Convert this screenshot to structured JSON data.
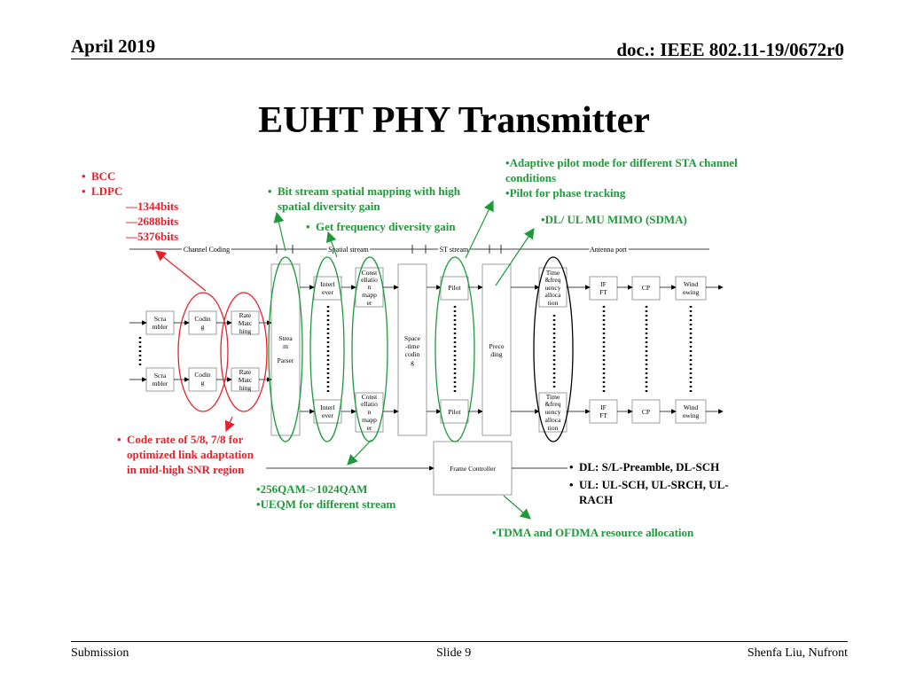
{
  "header": {
    "date": "April 2019",
    "doc": "doc.: IEEE 802.11-19/0672r0"
  },
  "title": "EUHT PHY Transmitter",
  "coding_notes": {
    "items": [
      "BCC",
      "LDPC"
    ],
    "sub": [
      "—1344bits",
      "—2688bits",
      "—5376bits"
    ]
  },
  "stream_notes": {
    "bit_stream": "Bit stream spatial mapping with high spatial diversity gain",
    "freq": "Get frequency diversity gain"
  },
  "pilot_notes": {
    "items": [
      "Adaptive pilot mode for different STA channel conditions",
      "Pilot for phase tracking"
    ],
    "mimo": "DL/ UL MU MIMO  (SDMA)"
  },
  "code_rate_note": "Code rate of 5/8, 7/8 for optimized link adaptation in mid-high SNR region",
  "qam_notes": [
    "256QAM->1024QAM",
    "UEQM for different stream"
  ],
  "frame_notes": [
    "DL: S/L-Preamble, DL-SCH",
    "UL: UL-SCH, UL-SRCH, UL-RACH"
  ],
  "tdma_note": "TDMA and OFDMA resource allocation",
  "diagram": {
    "sections": {
      "channel_coding": "Channel Coding",
      "spatial_stream": "Spatial stream",
      "st_stream": "ST stream",
      "antenna_port": "Antenna port"
    },
    "blocks": {
      "scrambler": [
        "Scra",
        "mbler"
      ],
      "coding": [
        "Codin",
        "g"
      ],
      "rate_matching": [
        "Rate",
        "Matc",
        "hing"
      ],
      "stream_parser": [
        "Strea",
        "m",
        "Parser"
      ],
      "interleaver": [
        "Interl",
        "ever"
      ],
      "constellation_mapper": [
        "Const",
        "ellatio",
        "n",
        "mapp",
        "er"
      ],
      "space_time_coding": [
        "Space",
        "-time",
        "codin",
        "g"
      ],
      "pilot": [
        "Pilot"
      ],
      "precoding": [
        "Preco",
        "ding"
      ],
      "time_freq_allocation": [
        "Time",
        "&freq",
        "uency",
        "alloca",
        "tion"
      ],
      "ifft": [
        "IF",
        "FT"
      ],
      "cp": [
        "CP"
      ],
      "windowing": [
        "Wind",
        "owing"
      ],
      "frame_controller": [
        "Frame Controller"
      ]
    }
  },
  "colors": {
    "red": "#e8202a",
    "green": "#1f9a3a"
  },
  "footer": {
    "left": "Submission",
    "center": "Slide 9",
    "right": "Shenfa Liu, Nufront"
  }
}
